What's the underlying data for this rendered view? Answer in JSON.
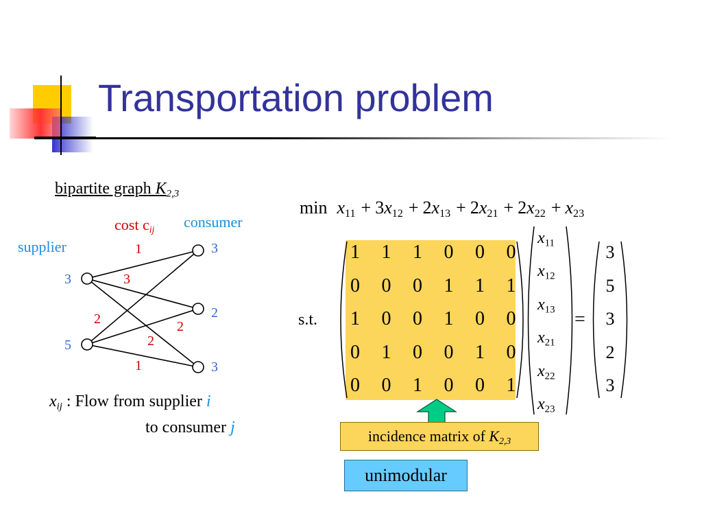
{
  "slide": {
    "title": "Transportation problem"
  },
  "graph": {
    "heading_text": "bipartite graph ",
    "heading_K": "K",
    "heading_K_sub": "2,3",
    "cost_label": "cost c",
    "cost_label_sub": "ij",
    "consumer_label": "consumer",
    "supplier_label": "supplier",
    "supply_values": [
      "3",
      "5"
    ],
    "demand_values": [
      "3",
      "2",
      "3"
    ],
    "edge_costs": [
      "1",
      "3",
      "2",
      "2",
      "2",
      "1"
    ],
    "colors": {
      "supply_demand": "#3366cc",
      "cost": "#cc0000",
      "header": "#1a8fe0"
    }
  },
  "flow_note": {
    "var": "x",
    "var_sub": "ij",
    "line1_text": " : Flow from supplier ",
    "line1_index": "i",
    "line2_text": "to consumer ",
    "line2_index": "j"
  },
  "objective": {
    "min_label": "min",
    "terms": [
      {
        "coef": "",
        "sign": "",
        "sub": "11"
      },
      {
        "coef": "3",
        "sign": "+",
        "sub": "12"
      },
      {
        "coef": "2",
        "sign": "+",
        "sub": "13"
      },
      {
        "coef": "2",
        "sign": "+",
        "sub": "21"
      },
      {
        "coef": "2",
        "sign": "+",
        "sub": "22"
      },
      {
        "coef": "",
        "sign": "+",
        "sub": "23"
      }
    ]
  },
  "constraints": {
    "st_label": "s.t.",
    "matrix": [
      [
        "1",
        "1",
        "1",
        "0",
        "0",
        "0"
      ],
      [
        "0",
        "0",
        "0",
        "1",
        "1",
        "1"
      ],
      [
        "1",
        "0",
        "0",
        "1",
        "0",
        "0"
      ],
      [
        "0",
        "1",
        "0",
        "0",
        "1",
        "0"
      ],
      [
        "0",
        "0",
        "1",
        "0",
        "0",
        "1"
      ]
    ],
    "vars": [
      "11",
      "12",
      "13",
      "21",
      "22",
      "23"
    ],
    "var_letter": "x",
    "equals": "=",
    "rhs": [
      "3",
      "5",
      "3",
      "2",
      "3"
    ]
  },
  "callout": {
    "text": "incidence matrix of ",
    "K": "K",
    "K_sub": "2,3",
    "unimodular": "unimodular",
    "matrix_fill": "#fcd55b",
    "arrow_fill": "#00cc88",
    "unimodular_fill": "#66ccff"
  }
}
